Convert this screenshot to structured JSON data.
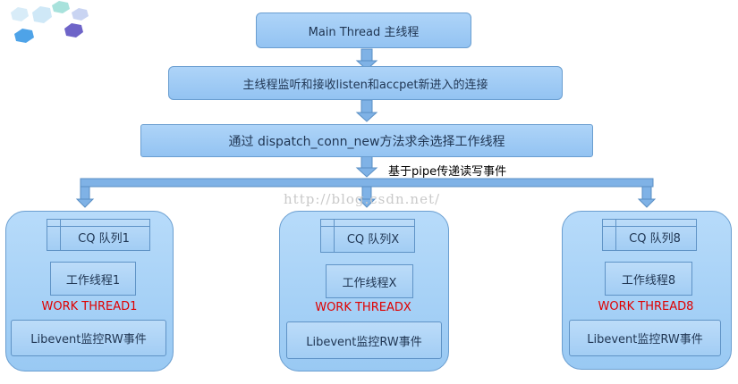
{
  "nodes": {
    "main_thread": "Main Thread 主线程",
    "listen": "主线程监听和接收listen和accpet新进入的连接",
    "dispatch": "通过 dispatch_conn_new方法求余选择工作线程",
    "pipe_label": "基于pipe传递读写事件"
  },
  "workers": [
    {
      "queue": "CQ 队列1",
      "thread": "工作线程1",
      "name": "WORK THREAD1",
      "event": "Libevent监控RW事件"
    },
    {
      "queue": "CQ 队列X",
      "thread": "工作线程X",
      "name": "WORK THREADX",
      "event": "Libevent监控RW事件"
    },
    {
      "queue": "CQ 队列8",
      "thread": "工作线程8",
      "name": "WORK THREAD8",
      "event": "Libevent监控RW事件"
    }
  ],
  "watermark": "http://blog.csdn.net/",
  "colors": {
    "box_fill": "#9cc8f4",
    "worker_name": "#e00000"
  }
}
